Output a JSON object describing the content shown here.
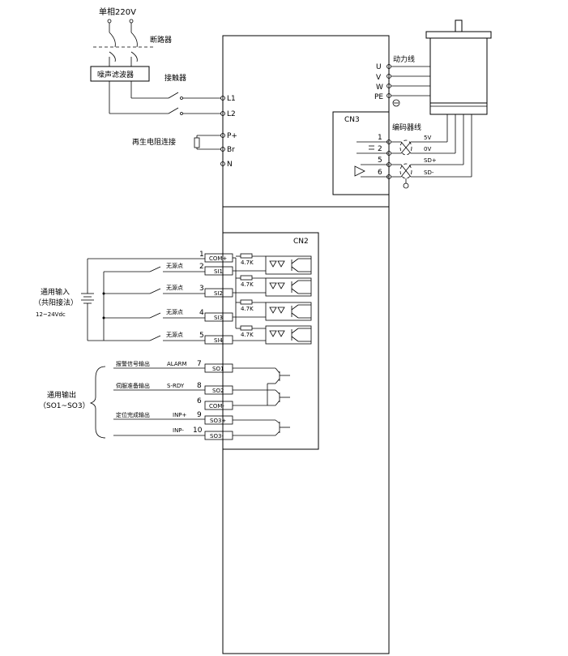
{
  "power": {
    "supply_label": "单相220V",
    "breaker_label": "断路器",
    "filter_label": "噪声滤波器",
    "contactor_label": "接触器",
    "regen_label": "再生电阻连接"
  },
  "driver_terminals": {
    "L1": "L1",
    "L2": "L2",
    "P": "P+",
    "Br": "Br",
    "N": "N"
  },
  "motor": {
    "power_line_label": "动力线",
    "terminals": [
      "U",
      "V",
      "W",
      "PE"
    ]
  },
  "cn3": {
    "label": "CN3",
    "encoder_label": "编码器线",
    "pins": [
      "1",
      "2",
      "5",
      "6"
    ],
    "signals": [
      "5V",
      "0V",
      "SD+",
      "SD-"
    ]
  },
  "cn2": {
    "label": "CN2",
    "input_group_label_1": "通用输入",
    "input_group_label_2": "（共阳接法）",
    "input_voltage": "12~24Vdc",
    "output_group_label_1": "通用输出",
    "output_group_label_2": "（SO1~SO3）",
    "resistor_value": "4.7K",
    "contact_label": "无源点",
    "inputs": [
      {
        "pin": "1",
        "name": "COM+"
      },
      {
        "pin": "2",
        "name": "SI1"
      },
      {
        "pin": "3",
        "name": "SI2"
      },
      {
        "pin": "4",
        "name": "SI3"
      },
      {
        "pin": "5",
        "name": "SI4"
      }
    ],
    "outputs": [
      {
        "pin": "7",
        "name": "SO1",
        "desc": "报警信号输出",
        "signal": "ALARM"
      },
      {
        "pin": "8",
        "name": "SO2",
        "desc": "伺服准备输出",
        "signal": "S-RDY"
      },
      {
        "pin": "6",
        "name": "COM-",
        "desc": "",
        "signal": ""
      },
      {
        "pin": "9",
        "name": "SO3+",
        "desc": "定位完成输出",
        "signal": "INP+"
      },
      {
        "pin": "10",
        "name": "SO3-",
        "desc": "",
        "signal": "INP-"
      }
    ]
  }
}
